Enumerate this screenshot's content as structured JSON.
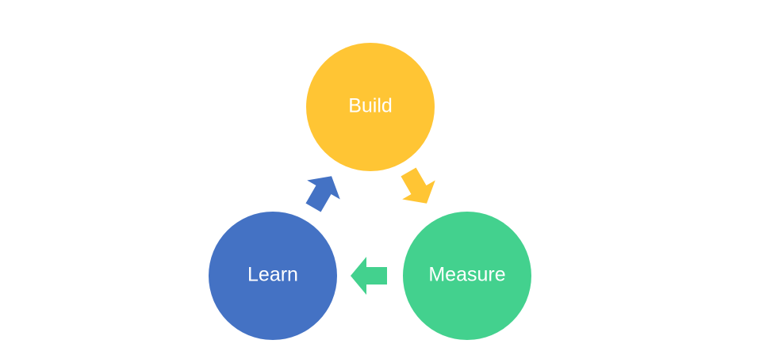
{
  "diagram": {
    "type": "cycle",
    "nodes": [
      {
        "id": "build",
        "label": "Build",
        "color": "#FFC534"
      },
      {
        "id": "measure",
        "label": "Measure",
        "color": "#43D18E"
      },
      {
        "id": "learn",
        "label": "Learn",
        "color": "#4472C4"
      }
    ],
    "edges": [
      {
        "from": "build",
        "to": "measure",
        "color": "#FFC534"
      },
      {
        "from": "measure",
        "to": "learn",
        "color": "#43D18E"
      },
      {
        "from": "learn",
        "to": "build",
        "color": "#4472C4"
      }
    ]
  }
}
